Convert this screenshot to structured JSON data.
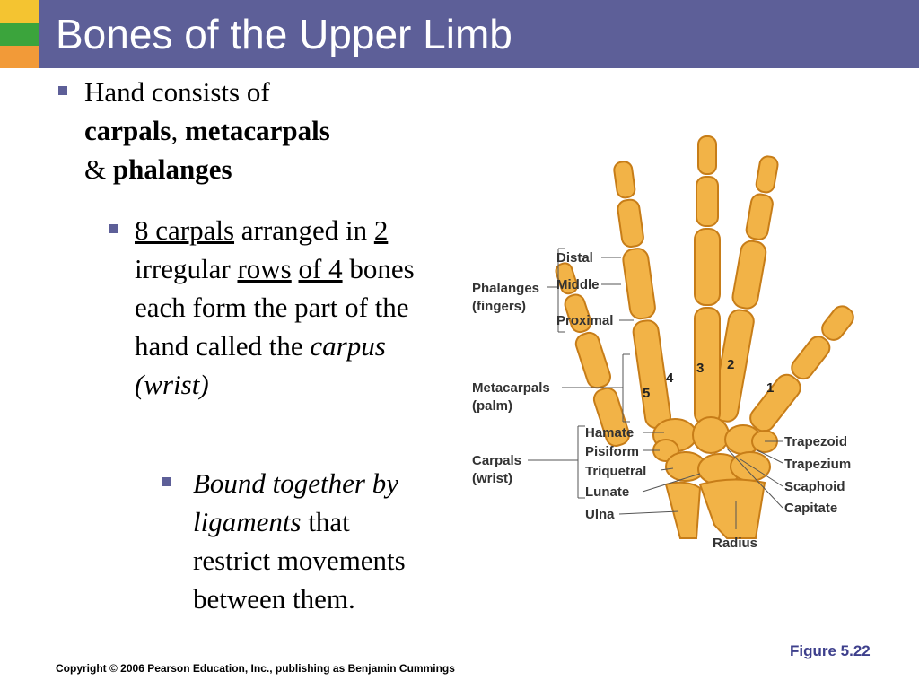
{
  "slide": {
    "title": "Bones of the Upper Limb",
    "bullet1": {
      "pre": "Hand consists of",
      "carpals": "carpals",
      "comma": ", ",
      "metacarpals": "metacarpals",
      "amp": "& ",
      "phalanges": "phalanges"
    },
    "bullet2": {
      "eight_carpals": "8 carpals",
      "arranged": " arranged in ",
      "two": "2",
      "irregular": " irregular ",
      "rows": "rows",
      "of4": "of 4",
      "rest": " bones each form the part of the hand called the ",
      "carpus": "carpus (wrist)"
    },
    "bullet3": {
      "italic": "Bound together by ligaments",
      "rest": " that restrict movements between them."
    },
    "footer": "Copyright © 2006 Pearson Education, Inc., publishing as Benjamin Cummings",
    "figure": "Figure 5.22"
  },
  "diagram": {
    "labels": {
      "distal": "Distal",
      "middle": "Middle",
      "proximal": "Proximal",
      "phalanges": "Phalanges",
      "fingers": "(fingers)",
      "metacarpals": "Metacarpals",
      "palm": "(palm)",
      "carpals": "Carpals",
      "wrist": "(wrist)",
      "hamate": "Hamate",
      "pisiform": "Pisiform",
      "triquetral": "Triquetral",
      "lunate": "Lunate",
      "ulna": "Ulna",
      "radius": "Radius",
      "trapezoid": "Trapezoid",
      "trapezium": "Trapezium",
      "scaphoid": "Scaphoid",
      "capitate": "Capitate"
    },
    "numbers": [
      "1",
      "2",
      "3",
      "4",
      "5"
    ],
    "colors": {
      "bone": "#f2b347",
      "bone_dark": "#c77d18",
      "line": "#555555"
    }
  }
}
